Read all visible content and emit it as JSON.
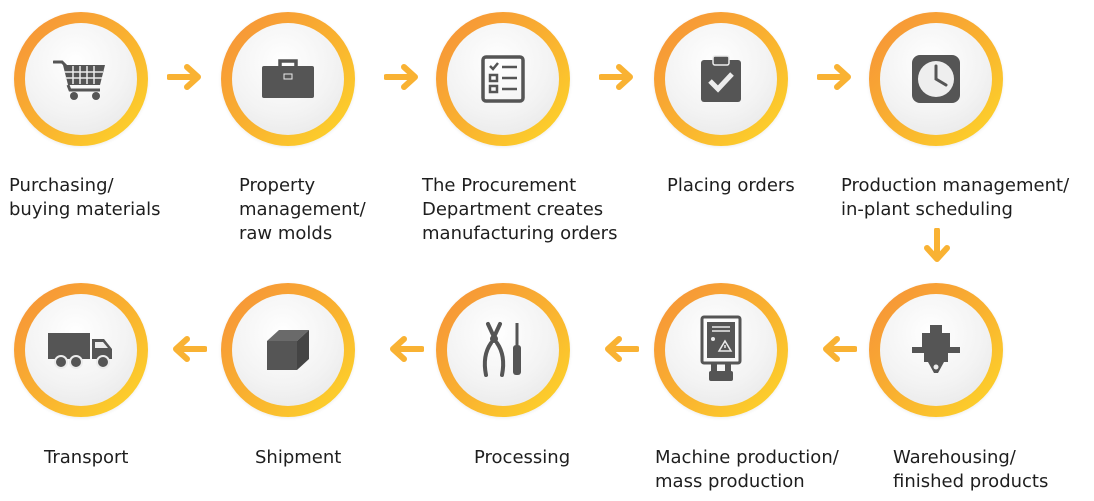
{
  "steps": [
    {
      "id": "purchasing",
      "label": "Purchasing/\nbuying materials",
      "icon": "shopping-cart-icon"
    },
    {
      "id": "property",
      "label": "Property\nmanagement/\nraw molds",
      "icon": "briefcase-icon"
    },
    {
      "id": "procurement",
      "label": "The Procurement\nDepartment creates\nmanufacturing orders",
      "icon": "checklist-icon"
    },
    {
      "id": "placing",
      "label": "Placing orders",
      "icon": "clipboard-check-icon"
    },
    {
      "id": "production",
      "label": "Production management/\nin-plant scheduling",
      "icon": "clock-icon"
    },
    {
      "id": "warehousing",
      "label": "Warehousing/\nfinished products",
      "icon": "die-press-icon"
    },
    {
      "id": "machine",
      "label": "Machine production/\nmass production",
      "icon": "control-panel-icon"
    },
    {
      "id": "processing",
      "label": "Processing",
      "icon": "pliers-screwdriver-icon"
    },
    {
      "id": "shipment",
      "label": "Shipment",
      "icon": "box-icon"
    },
    {
      "id": "transport",
      "label": "Transport",
      "icon": "truck-icon"
    }
  ],
  "colors": {
    "ring_start": "#f6903a",
    "ring_end": "#fdd82a",
    "arrow": "#f9b233",
    "icon": "#555555"
  }
}
